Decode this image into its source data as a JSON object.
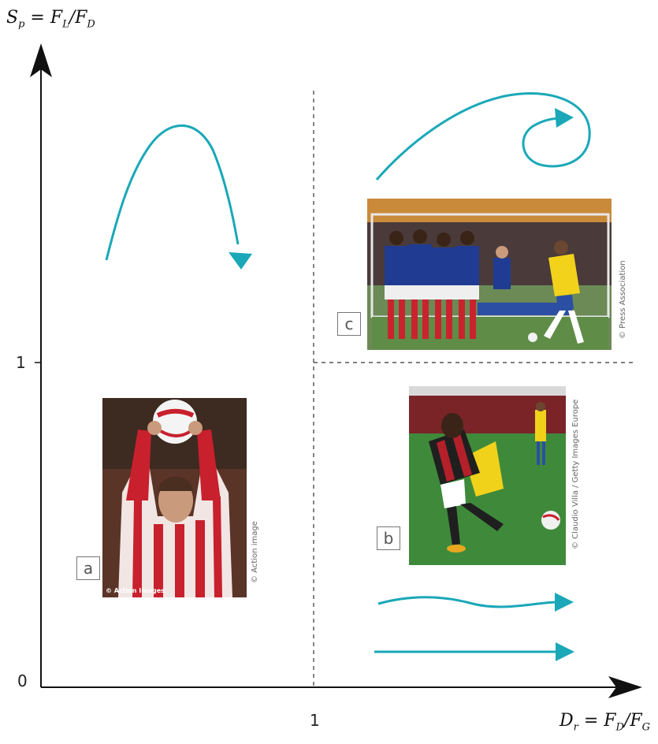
{
  "axes": {
    "y_label": {
      "var": "S",
      "var_sub": "p",
      "rest": " = F",
      "rest_sub": "L",
      "slash": "/F",
      "slash_sub": "D"
    },
    "x_label": {
      "var": "D",
      "var_sub": "r",
      "rest": " = F",
      "rest_sub": "D",
      "slash": "/F",
      "slash_sub": "G"
    },
    "y_tick_one": "1",
    "y_tick_zero": "0",
    "x_tick_one": "1"
  },
  "panels": {
    "a": {
      "label": "a",
      "credit": "© Action image",
      "watermark": "© Action Images"
    },
    "b": {
      "label": "b",
      "credit": "© Claudio Villa / Getty Images Europe"
    },
    "c": {
      "label": "c",
      "credit": "© Press Association"
    }
  },
  "colors": {
    "trajectory": "#1aa8b8",
    "axis": "#111111",
    "divider": "#333333"
  }
}
